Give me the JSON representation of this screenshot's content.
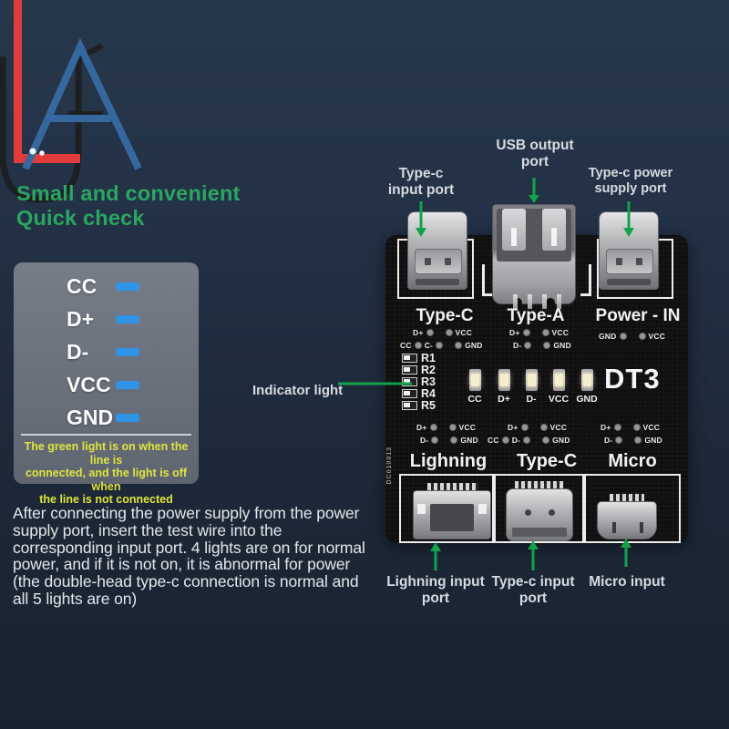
{
  "heading": {
    "line1": "Small and convenient",
    "line2": "Quick check"
  },
  "legend": {
    "rows": [
      {
        "label": "CC"
      },
      {
        "label": "D+"
      },
      {
        "label": "D-"
      },
      {
        "label": "VCC"
      },
      {
        "label": "GND"
      }
    ],
    "note": "The green light is on when the line is\nconnected, and the light is off when\nthe line is not connected"
  },
  "description": "After connecting the power supply from the power\nsupply port, insert the test wire into the\ncorresponding input port. 4 lights are on for normal\npower, and if it is not on, it is abnormal for power\n(the double-head type-c connection is normal and\nall 5 lights are on)",
  "callouts": {
    "typec_input_top": "Type-c\ninput port",
    "usb_output": "USB output\nport",
    "typec_power_supply": "Type-c power\nsupply port",
    "indicator_light": "Indicator light",
    "lightning_input": "Lighning input\nport",
    "typec_input_bottom": "Type-c input\nport",
    "micro_input": "Micro input"
  },
  "board": {
    "model": "DT3",
    "serial": "DC010013",
    "top_ports": [
      {
        "name": "Type-C",
        "row1": [
          "D+",
          "VCC"
        ],
        "row2": [
          "CC",
          "C-",
          "GND"
        ]
      },
      {
        "name": "Type-A",
        "row1": [
          "D+",
          "VCC"
        ],
        "row2": [
          "D-",
          "GND"
        ]
      },
      {
        "name": "Power - IN",
        "row1": [
          "GND",
          "VCC"
        ],
        "row2": []
      }
    ],
    "resistors": [
      "R1",
      "R2",
      "R3",
      "R4",
      "R5"
    ],
    "led_labels": [
      "CC",
      "D+",
      "D-",
      "VCC",
      "GND"
    ],
    "bottom_ports": [
      {
        "name": "Lighning",
        "row1": [
          "D+",
          "VCC"
        ],
        "row2": [
          "D-",
          "GND"
        ]
      },
      {
        "name": "Type-C",
        "row1": [
          "D+",
          "VCC"
        ],
        "row2": [
          "CC",
          "D-",
          "GND"
        ]
      },
      {
        "name": "Micro",
        "row1": [
          "D+",
          "VCC"
        ],
        "row2": [
          "D-",
          "GND"
        ]
      }
    ]
  },
  "colors": {
    "background_top": "#27384a",
    "background_bottom": "#192330",
    "heading_green": "#2ba661",
    "arrow_green": "#12a24b",
    "dash_blue": "#2f93e6",
    "note_yellow": "#dfe53e",
    "board_black": "#0f0f10"
  }
}
